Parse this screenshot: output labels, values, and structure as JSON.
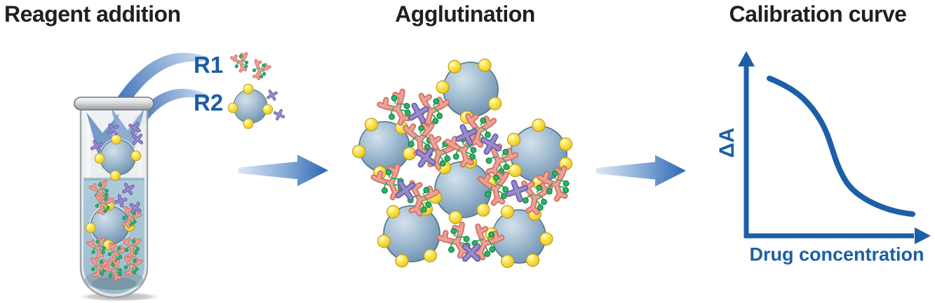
{
  "figure": {
    "description": "Latex agglutination immunoassay workflow diagram: reagent addition into a test tube, particle agglutination, and resulting calibration curve"
  },
  "panels": {
    "reagent_addition": {
      "title": "Reagent addition",
      "reagents": [
        {
          "label": "R1",
          "contents": "antibody reagent"
        },
        {
          "label": "R2",
          "contents": "latex particle and drug conjugate reagent"
        }
      ]
    },
    "agglutination": {
      "title": "Agglutination"
    },
    "calibration": {
      "title": "Calibration curve",
      "y_axis_label": "ΔA",
      "x_axis_label": "Drug concentration"
    }
  },
  "chart_data": {
    "type": "line",
    "title": "Calibration curve",
    "xlabel": "Drug concentration",
    "ylabel": "ΔA",
    "axes_numeric_labels": false,
    "grid": false,
    "legend": false,
    "shape": "sigmoidal decreasing (inverse dose-response)",
    "x_normalized": [
      0.13,
      0.25,
      0.37,
      0.5,
      0.62,
      0.75,
      0.88,
      1.0
    ],
    "y_normalized": [
      0.92,
      0.84,
      0.68,
      0.47,
      0.28,
      0.16,
      0.11,
      0.1
    ]
  },
  "icons": {
    "antibody": "salmon Y-shaped antibody with green hapten dots",
    "drug_molecule": "purple four-armed cross/star",
    "latex_particle": "steel-blue sphere",
    "binding_site": "yellow dot on particle surface",
    "flow_arrow": "blue gradient right arrow between panels",
    "pour_arrow": "blue curved arrow pouring reagent into tube"
  },
  "colors": {
    "title_text": "#231f20",
    "reagent_label": "#1a5ba9",
    "accent_blue": "#1c5fa8",
    "flow_arrow_dark": "#2b67b2",
    "flow_arrow_light": "#dde7f4",
    "particle_blue": "#7fa2bd",
    "particle_outline": "#49708f",
    "binding_site_yellow": "#f6d929",
    "antibody_salmon": "#efa094",
    "antibody_outline": "#cf7265",
    "hapten_green": "#2db266",
    "hapten_outline": "#13864a",
    "drug_purple": "#998bcb",
    "drug_outline": "#6c5fa5",
    "liquid_blue": "#a5c3d3",
    "glass_gray": "#e9ecee"
  }
}
